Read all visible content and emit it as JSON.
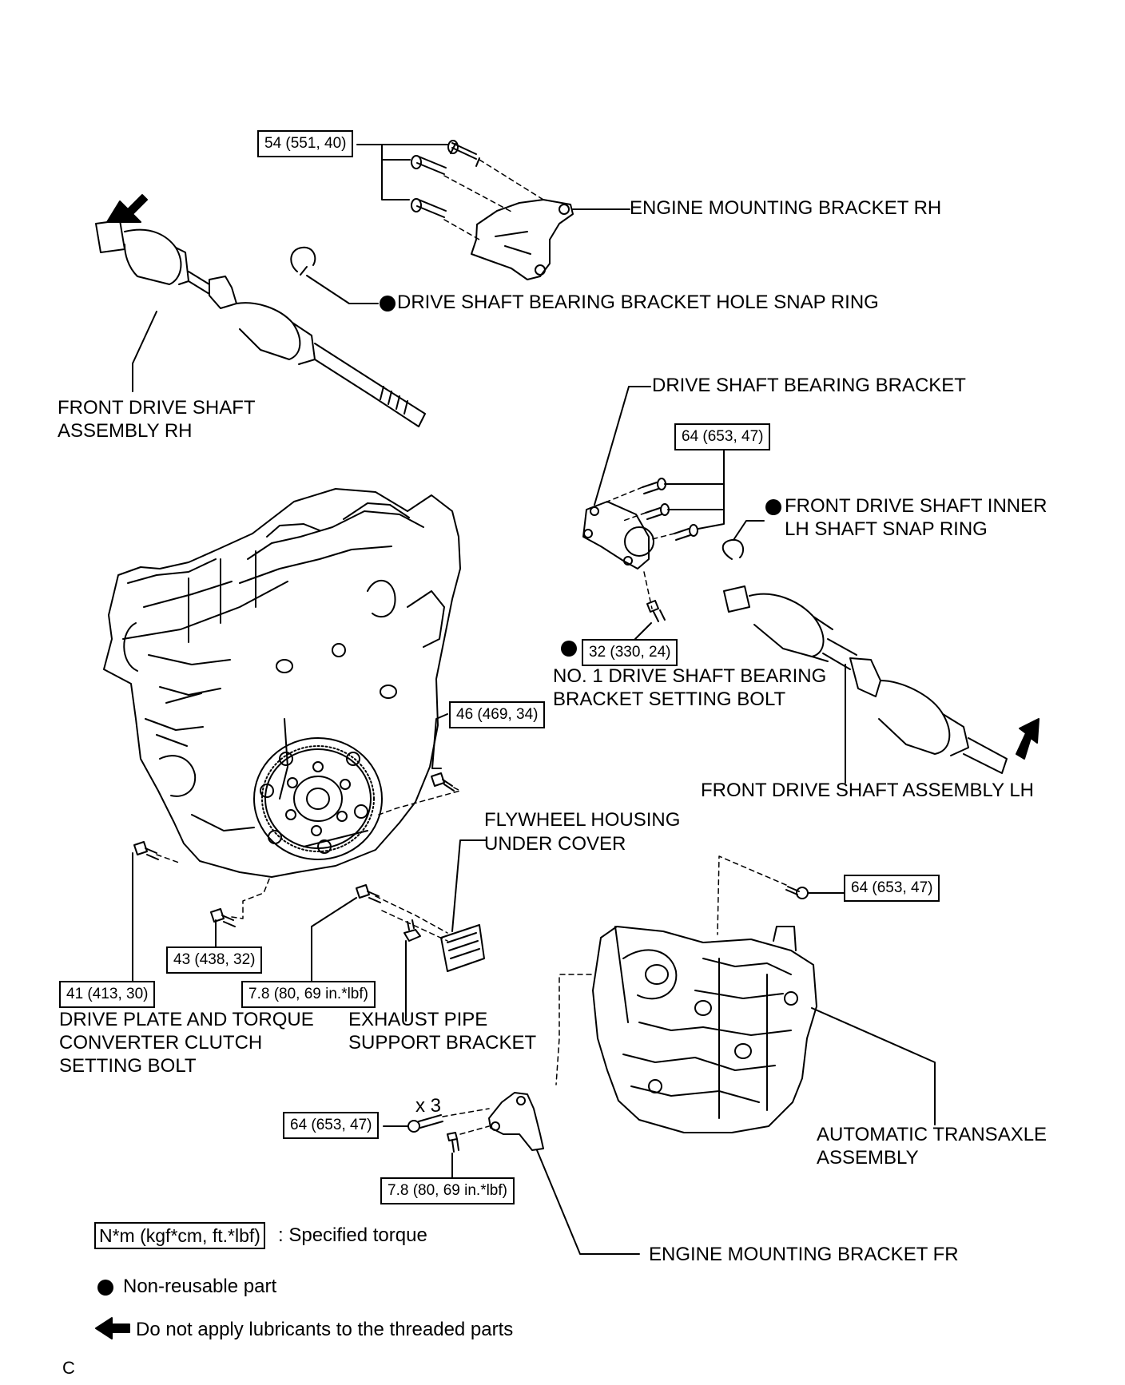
{
  "labels": {
    "engine_mounting_bracket_rh": "ENGINE MOUNTING BRACKET RH",
    "drive_shaft_bearing_bracket_hole_snap_ring": "DRIVE SHAFT BEARING BRACKET HOLE SNAP RING",
    "front_drive_shaft_assembly_rh_line1": "FRONT DRIVE SHAFT",
    "front_drive_shaft_assembly_rh_line2": "ASSEMBLY RH",
    "drive_shaft_bearing_bracket": "DRIVE SHAFT BEARING BRACKET",
    "front_drive_shaft_inner_snap_ring_line1": "FRONT DRIVE SHAFT INNER",
    "front_drive_shaft_inner_snap_ring_line2": "LH SHAFT SNAP RING",
    "no1_bearing_bracket_bolt_line1": "NO. 1 DRIVE SHAFT BEARING",
    "no1_bearing_bracket_bolt_line2": "BRACKET SETTING BOLT",
    "front_drive_shaft_assembly_lh": "FRONT DRIVE SHAFT ASSEMBLY LH",
    "flywheel_housing_under_cover_line1": "FLYWHEEL HOUSING",
    "flywheel_housing_under_cover_line2": "UNDER COVER",
    "drive_plate_bolt_line1": "DRIVE PLATE AND TORQUE",
    "drive_plate_bolt_line2": "CONVERTER CLUTCH",
    "drive_plate_bolt_line3": "SETTING BOLT",
    "exhaust_pipe_support_bracket_line1": "EXHAUST PIPE",
    "exhaust_pipe_support_bracket_line2": "SUPPORT BRACKET",
    "automatic_transaxle_line1": "AUTOMATIC TRANSAXLE",
    "automatic_transaxle_line2": "ASSEMBLY",
    "engine_mounting_bracket_fr": "ENGINE MOUNTING BRACKET FR",
    "quantity_x3": "x 3",
    "corner_mark": "C"
  },
  "torques": {
    "bracket_rh": "54 (551, 40)",
    "bearing_bracket": "64 (653, 47)",
    "setting_bolt": "32 (330, 24)",
    "engine_side": "46 (469, 34)",
    "transaxle_upper": "64 (653, 47)",
    "lower_a": "43 (438, 32)",
    "lower_b": "7.8 (80, 69 in.*lbf)",
    "drive_plate": "41 (413, 30)",
    "fr_bolts": "64 (653, 47)",
    "fr_small": "7.8 (80, 69 in.*lbf)"
  },
  "legend": {
    "torque_box": "N*m (kgf*cm, ft.*lbf)",
    "torque_text": ": Specified torque",
    "non_reusable": "Non-reusable part",
    "no_lubricant": "Do not apply lubricants to the threaded parts"
  }
}
